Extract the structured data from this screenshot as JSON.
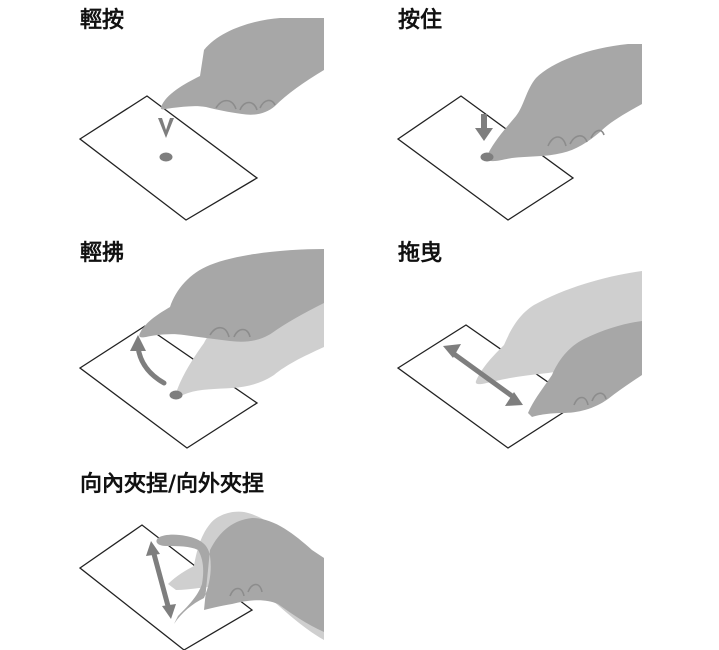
{
  "colors": {
    "background": "#ffffff",
    "hand": "#a7a7a7",
    "hand_light": "#cfcfcf",
    "hand_dark": "#868686",
    "arrow": "#7e7e7e",
    "card_outline": "#222222",
    "label": "#111111"
  },
  "gestures": [
    {
      "id": "tap",
      "label": "輕按"
    },
    {
      "id": "hold",
      "label": "按住"
    },
    {
      "id": "swipe",
      "label": "輕拂"
    },
    {
      "id": "drag",
      "label": "拖曳"
    },
    {
      "id": "pinch",
      "label": "向內夾捏/向外夾捏"
    }
  ]
}
